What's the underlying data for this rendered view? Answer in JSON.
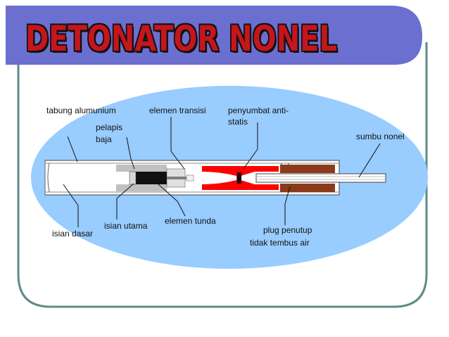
{
  "slide": {
    "title": "DETONATOR NONEL"
  },
  "labels": {
    "tabung_alumunium": "tabung alumunium",
    "elemen_transisi": "elemen transisi",
    "penyumbat_line1": "penyumbat anti-",
    "penyumbat_line2": "statis",
    "pelapis_line1": "pelapis",
    "pelapis_line2": "baja",
    "sumbu_nonel": "sumbu nonel",
    "elemen_tunda": "elemen tunda",
    "isian_utama": "isian utama",
    "isian_dasar": "isian dasar",
    "plug_line1": "plug penutup",
    "plug_line2": "tidak tembus air"
  },
  "colors": {
    "header_bar": "#6b6fcf",
    "frame": "#5d8b87",
    "ellipse": "#99ccff",
    "charge_red": "#ff0000",
    "plug_brown": "#8b3a1a",
    "steel_gray": "#c0c0c0",
    "title_red": "#c4161c"
  }
}
